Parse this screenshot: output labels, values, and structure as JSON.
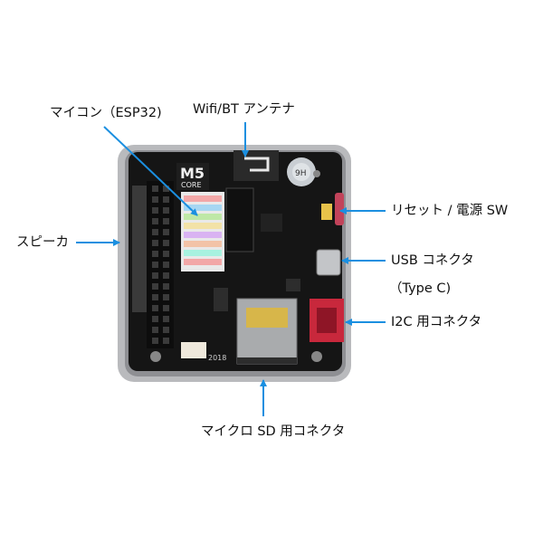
{
  "labels": {
    "mcu": "マイコン（ESP32)",
    "antenna": "Wifi/BT アンテナ",
    "speaker": "スピーカ",
    "reset": "リセット / 電源 SW",
    "usb_line1": "USB コネクタ",
    "usb_line2": "（Type C)",
    "i2c": "I2C 用コネクタ",
    "sd": "マイクロ SD 用コネクタ"
  },
  "board": {
    "logo_top": "M5",
    "logo_bottom": "CORE",
    "year": "2018",
    "chip_mark": "9H"
  },
  "colors": {
    "arrow": "#1b8fe0",
    "case": "#b9babd",
    "pcb": "#151515",
    "connector_red": "#c8283c"
  }
}
